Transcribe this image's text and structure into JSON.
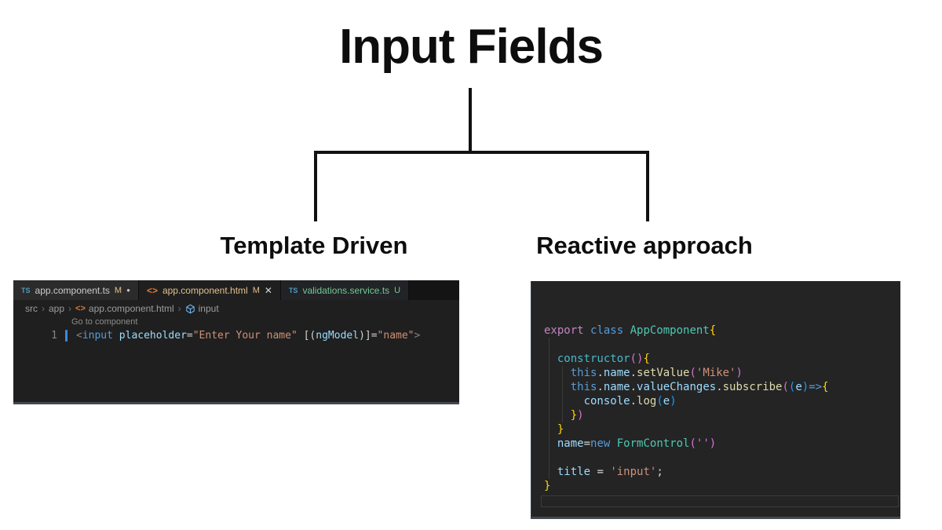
{
  "diagram": {
    "title": "Input Fields",
    "left_branch_label": "Template Driven",
    "right_branch_label": "Reactive approach"
  },
  "colors": {
    "magenta": "#c586c0",
    "blue": "#569cd6",
    "teal": "#4ec9b0",
    "cyan": "#46b9c9",
    "lightblue": "#9cdcfe",
    "yellow": "#dcdcaa",
    "orange": "#ce9178",
    "gold": "#ffd700",
    "pink": "#da70d6",
    "bblue": "#179fff",
    "fg": "#d4d4d4",
    "gray": "#808080",
    "tan": "#e2c08d",
    "green": "#73c991",
    "tsblue": "#519aba",
    "htmlorange": "#e37933",
    "tabfg": "#cccccc",
    "cube": "#75beff"
  },
  "left_editor": {
    "tabs": [
      {
        "id": "tab-app-component-ts",
        "icon": "ts",
        "label": "app.component.ts",
        "label_color": "tabfg",
        "badge": "M",
        "badge_color": "tan",
        "indicator": "dot",
        "state": "inactive1"
      },
      {
        "id": "tab-app-component-html",
        "icon": "html",
        "label": "app.component.html",
        "label_color": "tan",
        "badge": "M",
        "badge_color": "tan",
        "indicator": "close",
        "state": "active"
      },
      {
        "id": "tab-validations-service-ts",
        "icon": "ts",
        "label": "validations.service.ts",
        "label_color": "green",
        "badge": "U",
        "badge_color": "green",
        "indicator": null,
        "state": "inactive2"
      }
    ],
    "breadcrumb": [
      {
        "label": "src"
      },
      {
        "label": "app"
      },
      {
        "label": "app.component.html",
        "icon": "html"
      },
      {
        "label": "input",
        "icon": "cube"
      }
    ],
    "breadcrumb_separator": "›",
    "codelens": "Go to component",
    "line_number": "1",
    "code_line": [
      [
        "<",
        "gray"
      ],
      [
        "input",
        "blue"
      ],
      [
        " ",
        "fg"
      ],
      [
        "placeholder",
        "lightblue"
      ],
      [
        "=",
        "fg"
      ],
      [
        "\"Enter Your name\"",
        "orange"
      ],
      [
        " [(",
        "fg"
      ],
      [
        "ngModel",
        "lightblue"
      ],
      [
        ")]",
        "fg"
      ],
      [
        "=",
        "fg"
      ],
      [
        "\"name\"",
        "orange"
      ],
      [
        ">",
        "gray"
      ]
    ]
  },
  "right_editor": {
    "lines": [
      [
        [
          "export ",
          "magenta"
        ],
        [
          "class ",
          "blue"
        ],
        [
          "AppComponent",
          "teal"
        ],
        [
          "{",
          "gold"
        ]
      ],
      [],
      [
        [
          "  ",
          "fg"
        ],
        [
          "constructor",
          "cyan"
        ],
        [
          "()",
          "pink"
        ],
        [
          "{",
          "gold"
        ]
      ],
      [
        [
          "    ",
          "fg"
        ],
        [
          "this",
          "blue"
        ],
        [
          ".",
          "fg"
        ],
        [
          "name",
          "lightblue"
        ],
        [
          ".",
          "fg"
        ],
        [
          "setValue",
          "yellow"
        ],
        [
          "(",
          "pink"
        ],
        [
          "'Mike'",
          "orange"
        ],
        [
          ")",
          "pink"
        ]
      ],
      [
        [
          "    ",
          "fg"
        ],
        [
          "this",
          "blue"
        ],
        [
          ".",
          "fg"
        ],
        [
          "name",
          "lightblue"
        ],
        [
          ".",
          "fg"
        ],
        [
          "valueChanges",
          "lightblue"
        ],
        [
          ".",
          "fg"
        ],
        [
          "subscribe",
          "yellow"
        ],
        [
          "(",
          "pink"
        ],
        [
          "(",
          "bblue"
        ],
        [
          "e",
          "lightblue"
        ],
        [
          ")",
          "bblue"
        ],
        [
          "=>",
          "blue"
        ],
        [
          "{",
          "gold"
        ]
      ],
      [
        [
          "      ",
          "fg"
        ],
        [
          "console",
          "lightblue"
        ],
        [
          ".",
          "fg"
        ],
        [
          "log",
          "yellow"
        ],
        [
          "(",
          "bblue"
        ],
        [
          "e",
          "lightblue"
        ],
        [
          ")",
          "bblue"
        ]
      ],
      [
        [
          "    ",
          "fg"
        ],
        [
          "}",
          "gold"
        ],
        [
          ")",
          "pink"
        ]
      ],
      [
        [
          "  ",
          "fg"
        ],
        [
          "}",
          "gold"
        ]
      ],
      [
        [
          "  ",
          "fg"
        ],
        [
          "name",
          "lightblue"
        ],
        [
          "=",
          "fg"
        ],
        [
          "new",
          "blue"
        ],
        [
          " ",
          "fg"
        ],
        [
          "FormControl",
          "teal"
        ],
        [
          "(",
          "pink"
        ],
        [
          "''",
          "pink"
        ],
        [
          ")",
          "pink"
        ]
      ],
      [],
      [
        [
          "  ",
          "fg"
        ],
        [
          "title",
          "lightblue"
        ],
        [
          " = ",
          "fg"
        ],
        [
          "'input'",
          "orange"
        ],
        [
          ";",
          "fg"
        ]
      ],
      [
        [
          "}",
          "gold"
        ]
      ]
    ]
  }
}
